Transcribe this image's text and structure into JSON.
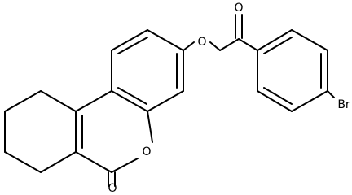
{
  "molecule": {
    "atoms": {
      "ether_oxygen": "O",
      "ketone_oxygen": "O",
      "ring_oxygen": "O",
      "lactone_oxygen": "O",
      "bromine": "Br"
    }
  }
}
